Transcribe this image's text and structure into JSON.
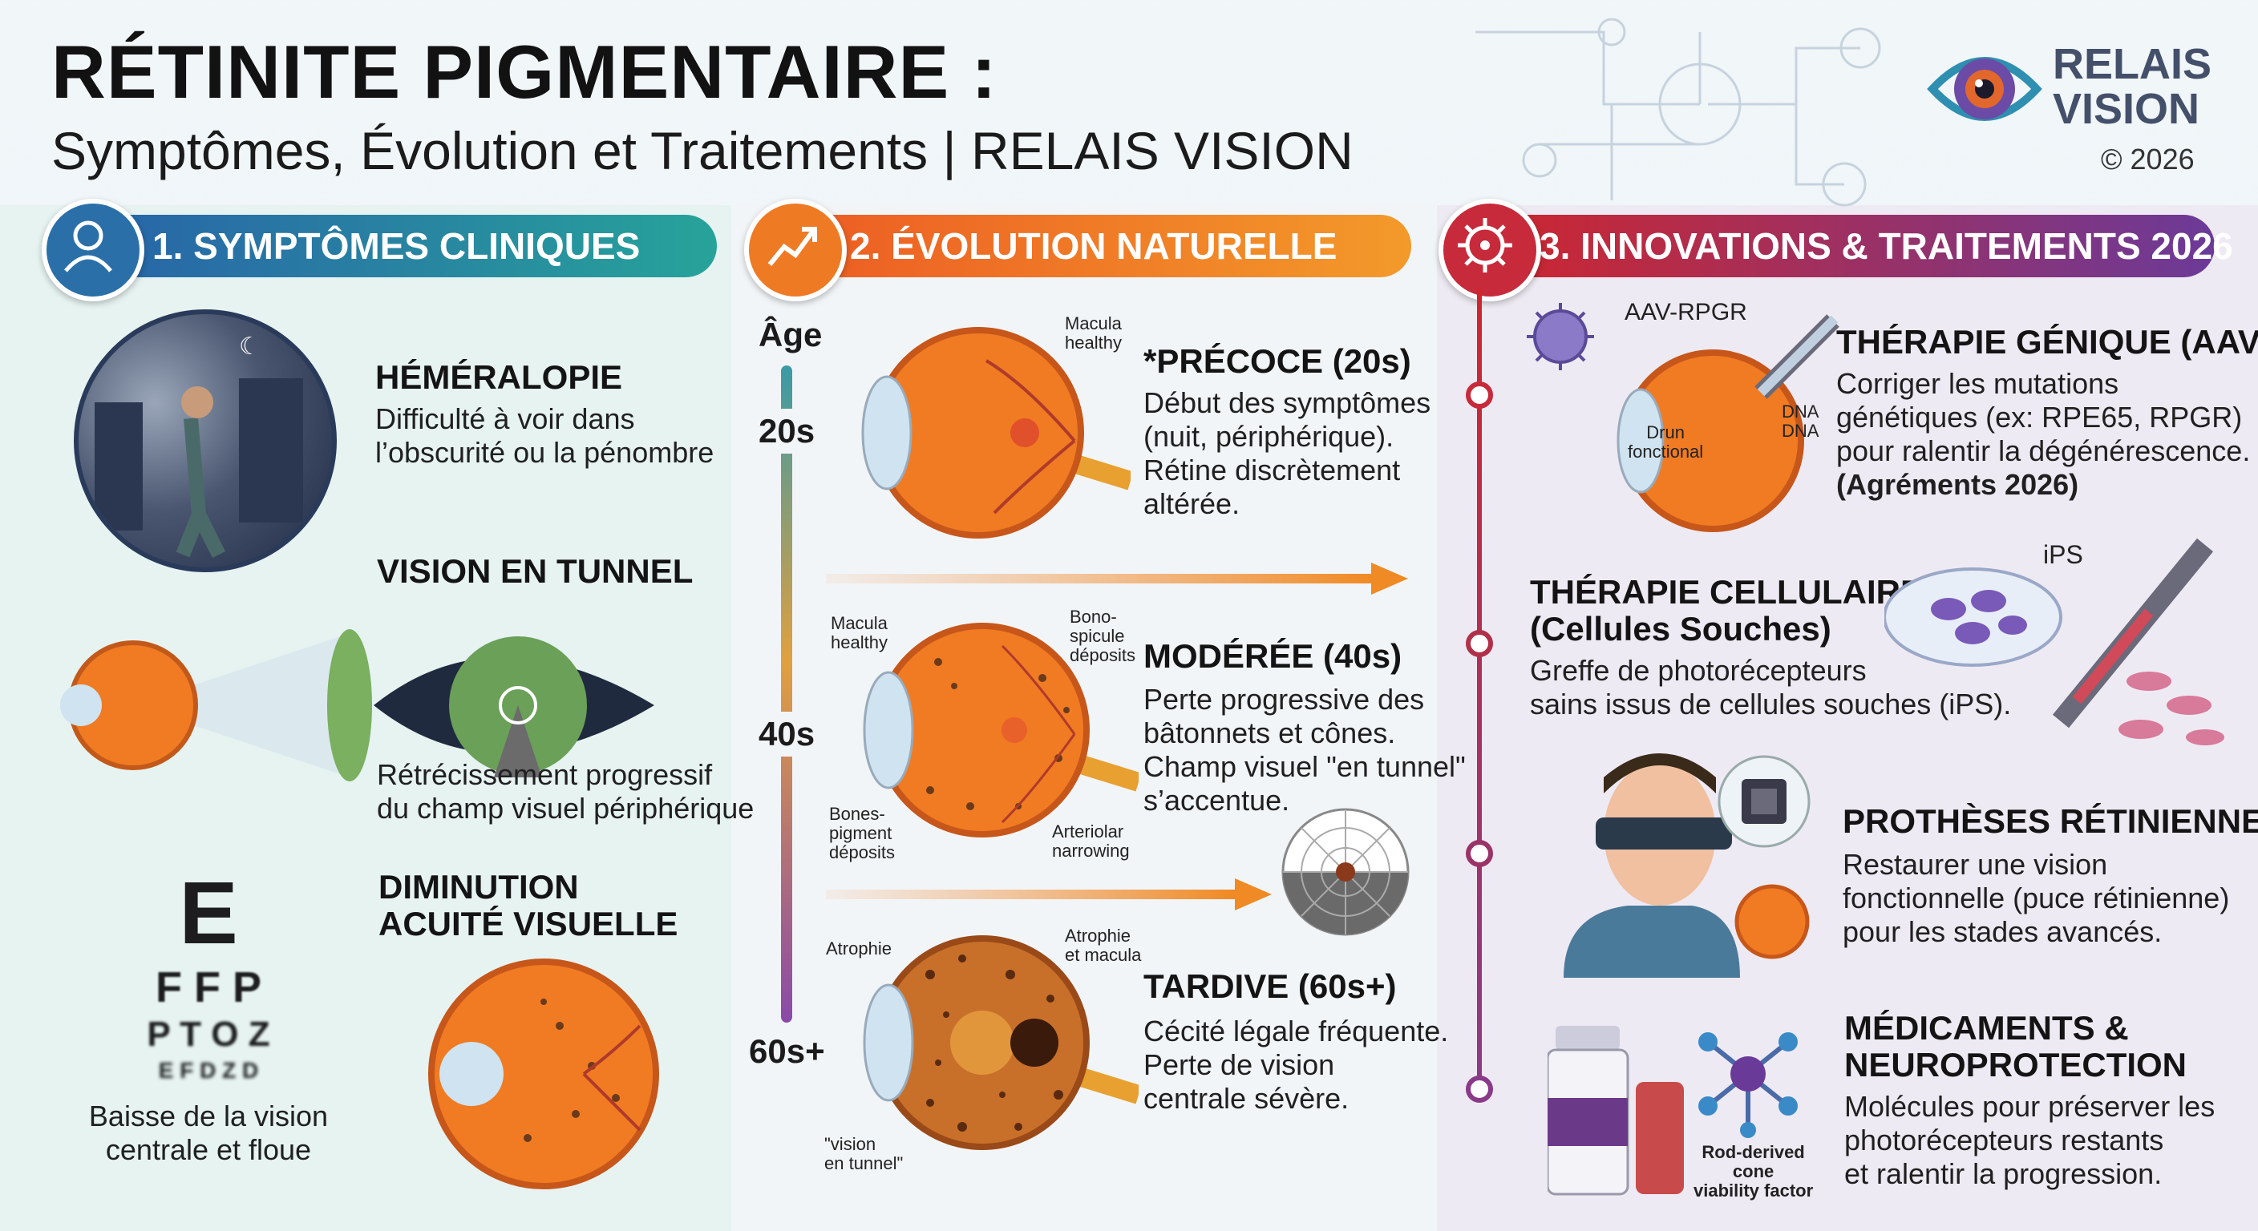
{
  "header": {
    "title": "RÉTINITE PIGMENTAIRE :",
    "subtitle": "Symptômes, Évolution et Traitements | RELAIS VISION",
    "logo_line1": "RELAIS",
    "logo_line2": "VISION",
    "copyright": "© 2026"
  },
  "col1": {
    "banner": "1. SYMPTÔMES CLINIQUES",
    "items": [
      {
        "title": "HÉMÉRALOPIE",
        "text": "Difficulté à voir dans\nl’obscurité ou la pénombre"
      },
      {
        "title": "VISION EN TUNNEL",
        "text": "Rétrécissement progressif\ndu champ visuel périphérique"
      },
      {
        "title": "DIMINUTION\nACUITÉ VISUELLE",
        "text": ""
      }
    ],
    "chart_rows": [
      "E",
      "F F P",
      "P T O Z",
      "E F D Z D"
    ],
    "chart_caption": "Baisse de la vision\ncentrale et floue"
  },
  "col2": {
    "banner": "2. ÉVOLUTION NATURELLE",
    "age_label": "Âge",
    "ages": [
      "20s",
      "40s",
      "60s+"
    ],
    "stages": [
      {
        "title": "*PRÉCOCE (20s)",
        "text": "Début des symptômes\n(nuit, périphérique).\nRétine discrètement\naltérée."
      },
      {
        "title": "MODÉRÉE (40s)",
        "text": "Perte progressive des\nbâtonnets et cônes.\nChamp visuel \"en tunnel\"\ns’accentue."
      },
      {
        "title": "TARDIVE (60s+)",
        "text": "Cécité légale fréquente.\nPerte de vision\ncentrale sévère."
      }
    ],
    "labels": {
      "s1_macula": "Macula\nhealthy",
      "s2_macula": "Macula\nhealthy",
      "s2_bone": "Bono-\nspicule\ndéposits",
      "s2_bones": "Bones-\npigment\ndéposits",
      "s2_arteriolar": "Arteriolar\nnarrowing",
      "s3_atrophie": "Atrophie",
      "s3_atrophie_macula": "Atrophie\net macula",
      "s3_tunnel": "\"vision\nen tunnel\""
    }
  },
  "col3": {
    "banner": "3. INNOVATIONS & TRAITEMENTS 2026",
    "items": [
      {
        "title": "THÉRAPIE GÉNIQUE (AAV)",
        "text": "Corriger les mutations\ngénétiques (ex: RPE65, RPGR)\npour ralentir la dégénérescence.",
        "note": "(Agréments 2026)"
      },
      {
        "title": "THÉRAPIE CELLULAIRE\n(Cellules Souches)",
        "text": "Greffe de photorécepteurs\nsains issus de cellules souches (iPS).",
        "note": ""
      },
      {
        "title": "PROTHÈSES RÉTINIENNES",
        "text": "Restaurer une vision\nfonctionnelle (puce rétinienne)\npour les stades avancés.",
        "note": ""
      },
      {
        "title": "MÉDICAMENTS &\nNEUROPROTECTION",
        "text": "Molécules pour préserver les\nphotorécepteurs restants\net ralentir la progression.",
        "note": ""
      }
    ],
    "labels": {
      "aav": "AAV-RPGR",
      "drun": "Drun\nfonctional",
      "dna": "DNA\nDNA",
      "ips": "iPS",
      "rdcvf": "Rod-derived\ncone\nviability factor"
    }
  },
  "colors": {
    "teal": "#1f9aa0",
    "blue": "#2a5fa8",
    "orange": "#f08a24",
    "red": "#d64123",
    "purple": "#6d3c93",
    "crimson": "#b5243a",
    "eye_orange": "#f07b23"
  },
  "icons": [
    "user-icon",
    "trend-chart-icon",
    "virus-gear-icon",
    "eye-logo-icon",
    "syringe-icon",
    "chip-icon",
    "molecule-icon",
    "pill-bottle-icon"
  ]
}
